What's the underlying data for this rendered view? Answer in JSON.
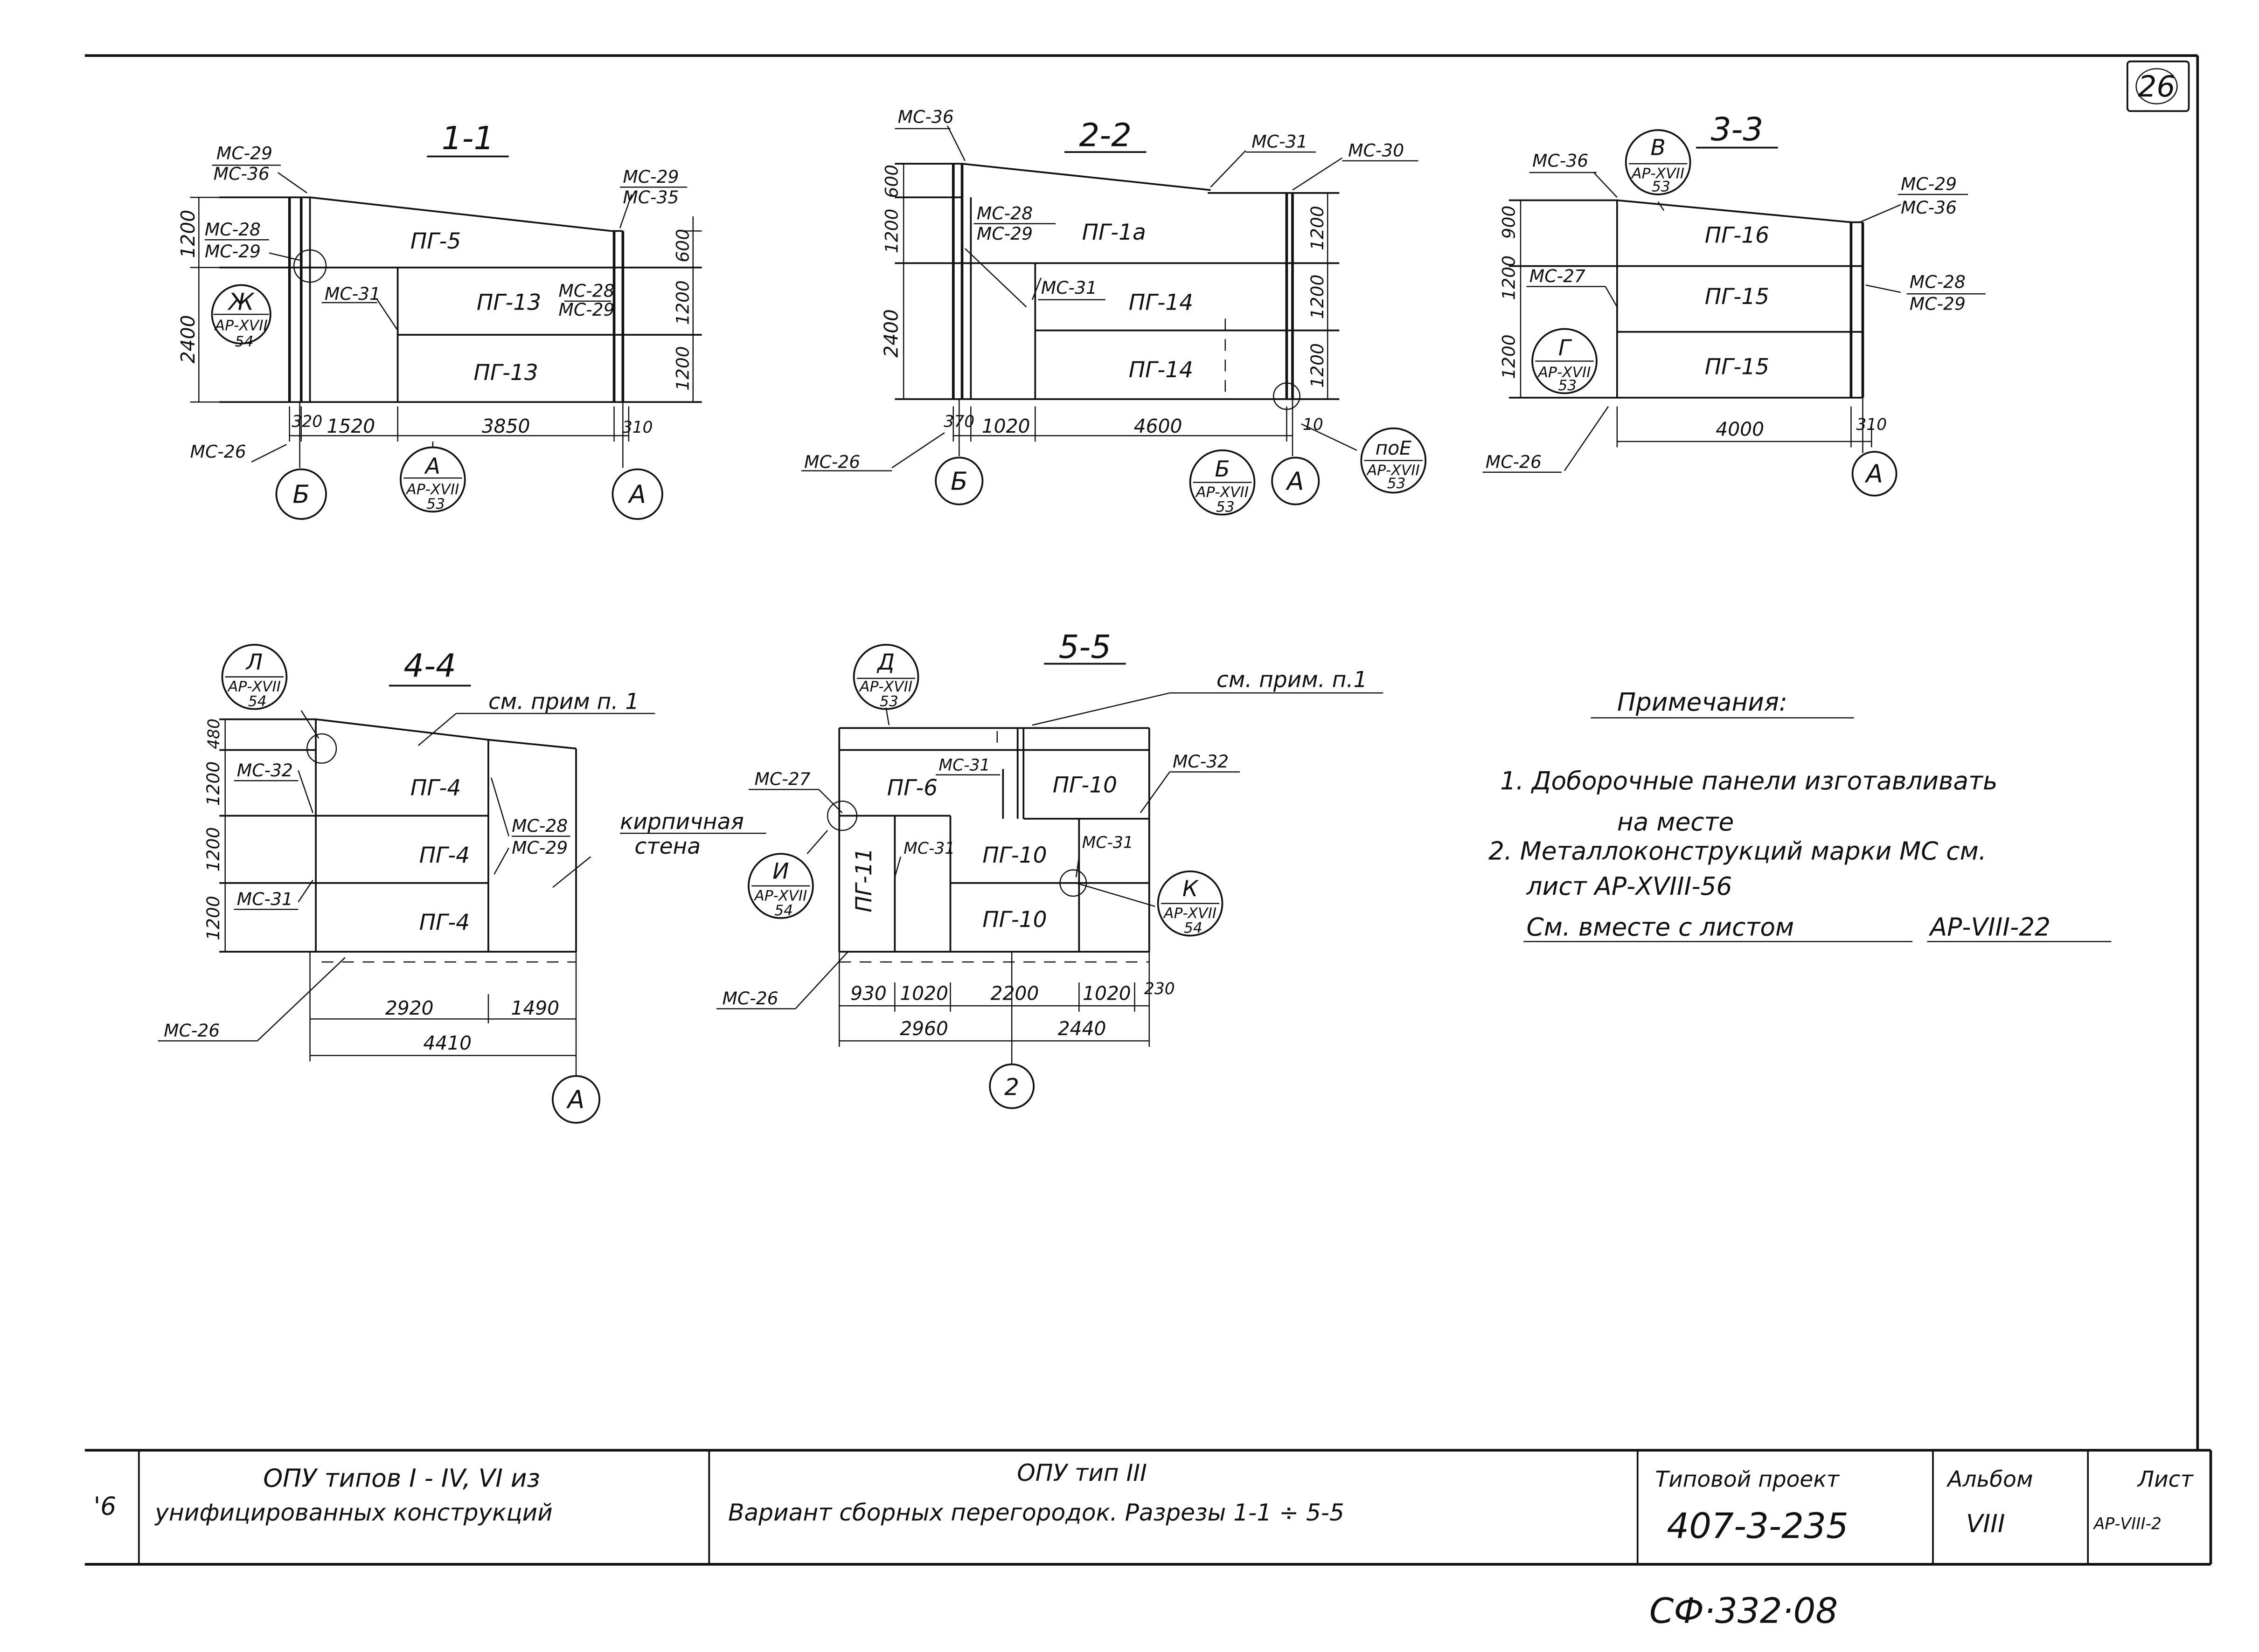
{
  "sheet": {
    "number": "26",
    "stamp": "СФ·332·08"
  },
  "sections": {
    "s1": {
      "title": "1-1",
      "panels": [
        "ПГ-5",
        "ПГ-13",
        "ПГ-13"
      ],
      "marks": [
        "МС-29",
        "МС-36",
        "МС-28",
        "МС-29",
        "МС-31",
        "МС-29",
        "МС-35",
        "МС-28",
        "МС-29",
        "МС-26"
      ],
      "node": {
        "letter": "Ж",
        "sheet": "АР-XVII",
        "num": "54"
      },
      "heights_left": [
        "1200",
        "2400"
      ],
      "heights_right": [
        "600",
        "1200",
        "1200"
      ],
      "dims": [
        "320",
        "1520",
        "3850",
        "310"
      ],
      "axes": [
        "Б",
        "А"
      ],
      "axis_node": {
        "letter": "А",
        "sheet": "АР-XVII",
        "num": "53"
      }
    },
    "s2": {
      "title": "2-2",
      "panels": [
        "ПГ-1а",
        "ПГ-14",
        "ПГ-14"
      ],
      "marks": [
        "МС-36",
        "МС-31",
        "МС-30",
        "МС-28",
        "МС-29",
        "МС-31",
        "МС-26"
      ],
      "heights_left": [
        "600",
        "1200",
        "2400"
      ],
      "heights_right": [
        "1200",
        "1200",
        "1200"
      ],
      "dims": [
        "370",
        "1020",
        "4600",
        "10"
      ],
      "axes": [
        "Б",
        "А"
      ],
      "axis_node": {
        "letter": "Б",
        "sheet": "АР-XVII",
        "num": "53"
      },
      "node2": {
        "letter": "поЕ",
        "sheet": "АР-XVII",
        "num": "53"
      }
    },
    "s3": {
      "title": "3-3",
      "panels": [
        "ПГ-16",
        "ПГ-15",
        "ПГ-15"
      ],
      "marks": [
        "МС-36",
        "МС-29",
        "МС-36",
        "МС-27",
        "МС-28",
        "МС-29",
        "МС-26"
      ],
      "node_top": {
        "letter": "В",
        "sheet": "АР-XVII",
        "num": "53"
      },
      "node_low": {
        "letter": "Г",
        "sheet": "АР-XVII",
        "num": "53"
      },
      "heights_left": [
        "900",
        "1200",
        "1200"
      ],
      "dims": [
        "4000",
        "310"
      ],
      "axes": [
        "А"
      ]
    },
    "s4": {
      "title": "4-4",
      "panels": [
        "ПГ-4",
        "ПГ-4",
        "ПГ-4"
      ],
      "marks": [
        "МС-32",
        "МС-31",
        "МС-28",
        "МС-29",
        "МС-26"
      ],
      "node": {
        "letter": "Л",
        "sheet": "АР-XVII",
        "num": "54"
      },
      "note_ref": "см. прим п. 1",
      "wall_1": "кирпичная",
      "wall_2": "стена",
      "heights_left": [
        "480",
        "1200",
        "1200",
        "1200"
      ],
      "dims": [
        "2920",
        "1490",
        "4410"
      ],
      "axes": [
        "А"
      ]
    },
    "s5": {
      "title": "5-5",
      "panels": [
        "ПГ-6",
        "ПГ-10",
        "ПГ-10",
        "ПГ-10",
        "ПГ-11"
      ],
      "marks": [
        "МС-27",
        "МС-31",
        "МС-32",
        "МС-31",
        "МС-31",
        "МС-26"
      ],
      "node_top": {
        "letter": "Д",
        "sheet": "АР-XVII",
        "num": "53"
      },
      "node_left": {
        "letter": "И",
        "sheet": "АР-XVII",
        "num": "54"
      },
      "node_right": {
        "letter": "К",
        "sheet": "АР-XVII",
        "num": "54"
      },
      "note_ref": "см. прим. п.1",
      "dims": [
        "930",
        "1020",
        "2200",
        "1020",
        "230",
        "2960",
        "2440"
      ],
      "axes": [
        "2"
      ]
    }
  },
  "notes": {
    "heading": "Примечания:",
    "n1a": "1. Доборочные панели изготавливать",
    "n1b": "на месте",
    "n2a": "2. Металлоконструкций марки МС см.",
    "n2b": "лист АР-XVIII-56",
    "n3": "См. вместе с листом",
    "n3ref": "АР-VIII-22"
  },
  "title_block": {
    "left_edge": "'6",
    "c1_line1": "ОПУ типов I - IV, VI из",
    "c1_line2": "унифицированных конструкций",
    "c2_line1": "ОПУ тип III",
    "c2_line2": "Вариант сборных перегородок. Разрезы 1-1 ÷ 5-5",
    "c3_label": "Типовой проект",
    "c3_value": "407-3-235",
    "c4_label": "Альбом",
    "c4_value": "VIII",
    "c5_label": "Лист",
    "c5_value": "АР-VIII-2"
  }
}
